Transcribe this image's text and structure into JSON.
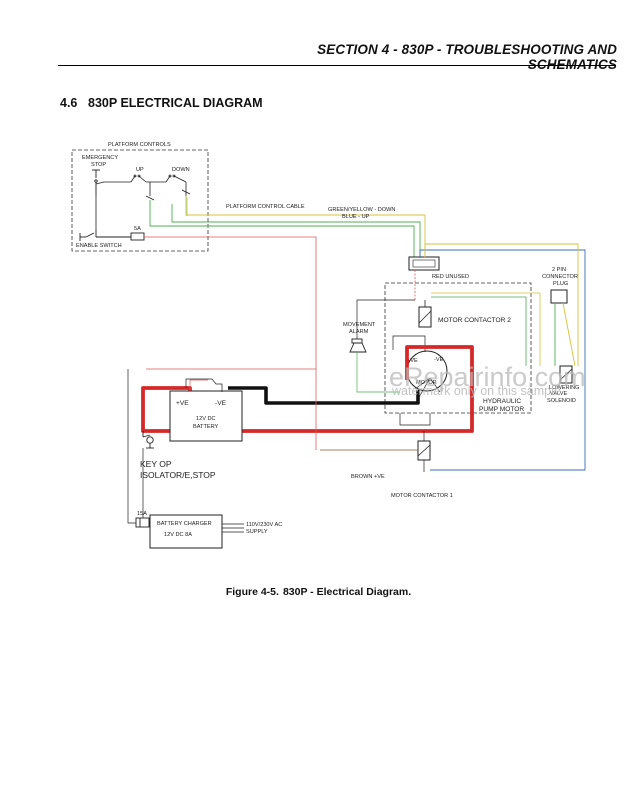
{
  "header": {
    "section": "SECTION 4 - 830P - TROUBLESHOOTING AND SCHEMATICS"
  },
  "section": {
    "number": "4.6",
    "title": "830P ELECTRICAL DIAGRAM"
  },
  "labels": {
    "platform_controls": "PLATFORM CONTROLS",
    "emergency": "EMERGENCY",
    "stop": "STOP",
    "up": "UP",
    "down": "DOWN",
    "fuse_5a": "5A",
    "enable_switch": "ENABLE SWITCH",
    "platform_control_cable": "PLATFORM CONTROL CABLE",
    "green_yellow_down": "GREEN/YELLOW - DOWN",
    "blue_up": "BLUE - UP",
    "red_unused": "RED UNUSED",
    "pin2": "2 PIN",
    "connector": "CONNECTOR",
    "plug": "PLUG",
    "movement": "MOVEMENT",
    "alarm": "ALARM",
    "motor_contactor_2": "MOTOR CONTACTOR 2",
    "plus_ve": "+VE",
    "minus_ve": "-VE",
    "motor": "MOTOR",
    "battery_pos": "+VE",
    "battery_neg": "-VE",
    "battery_line1": "12V DC",
    "battery_line2": "BATTERY",
    "lowering": "LOWERING",
    "valve": "VALVE",
    "solenoid": "SOLENOID",
    "hydraulic": "HYDRAULIC",
    "pump_motor": "PUMP MOTOR",
    "brown_ve": "BROWN +VE",
    "motor_contactor_1": "MOTOR CONTACTOR 1",
    "key_op": "KEY OP",
    "isolator": "ISOLATOR/E,STOP",
    "fuse_15a": "15A",
    "charger_line1": "BATTERY CHARGER",
    "charger_line2": "12V DC 8A",
    "supply_line1": "110V/230V AC",
    "supply_line2": "SUPPLY"
  },
  "watermark": {
    "main": "eRepairinfo.com",
    "sub": "watermark only on this sample"
  },
  "caption": {
    "figure": "Figure 4-5.",
    "text": "830P - Electrical Diagram."
  },
  "colors": {
    "red_wire": "#d62828",
    "black_wire": "#111111",
    "green_wire": "#4caf50",
    "yellow_wire": "#d9c23a",
    "blue_wire": "#3a6fb7",
    "thin_red": "#e05a5a",
    "brown_wire": "#8a5a2b",
    "dashed": "#333333"
  }
}
